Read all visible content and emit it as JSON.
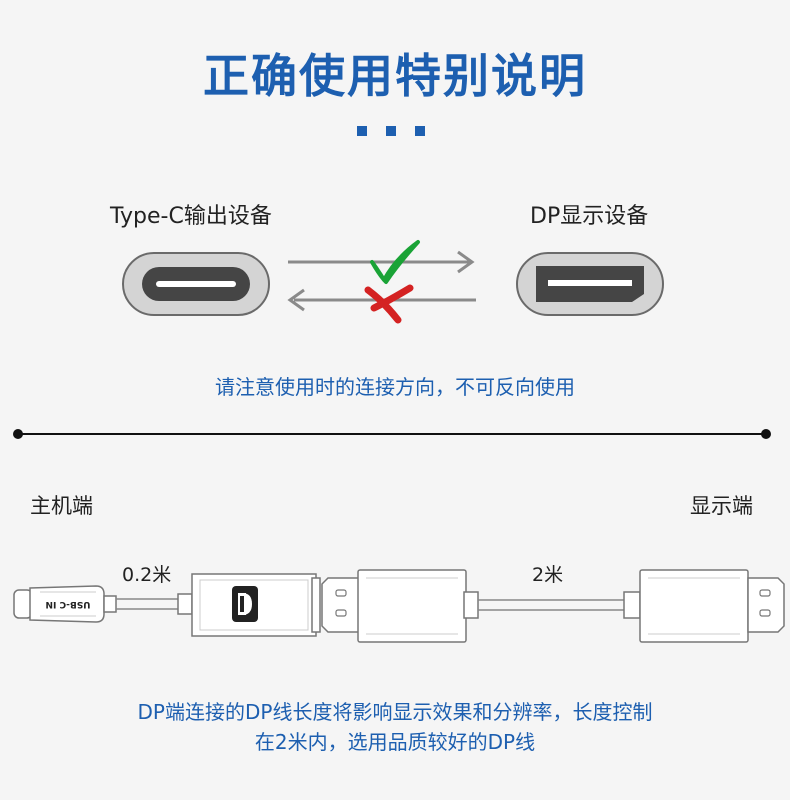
{
  "title": "正确使用特别说明",
  "source_label": "Type-C输出设备",
  "target_label": "DP显示设备",
  "direction_note": "请注意使用时的连接方向，不可反向使用",
  "host_label": "主机端",
  "display_label": "显示端",
  "short_cable_length": "0.2米",
  "long_cable_length": "2米",
  "plug_text": "USB-C IN",
  "bottom_note": {
    "line1": "DP端连接的DP线长度将影响显示效果和分辨率，长度控制",
    "line2": "在2米内，选用品质较好的DP线"
  },
  "colors": {
    "accent": "#1d5fb0",
    "check": "#1aa336",
    "cross": "#d42222"
  }
}
